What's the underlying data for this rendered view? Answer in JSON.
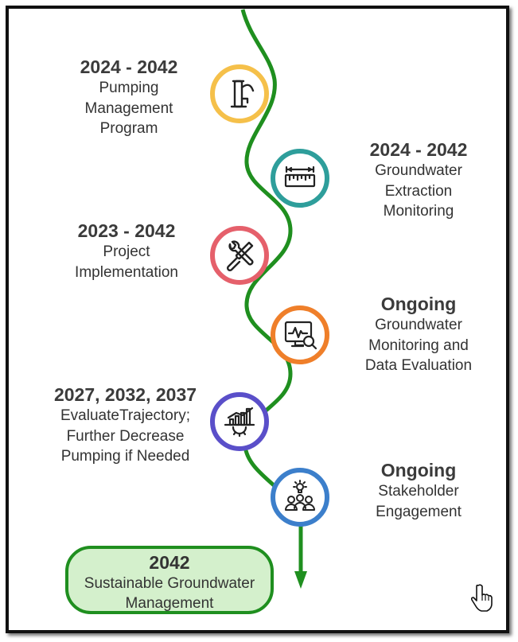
{
  "colors": {
    "path": "#1f8f1f",
    "final_fill": "#d4f0cc"
  },
  "milestones": [
    {
      "title": "2024 - 2042",
      "desc": "Pumping\nManagement\nProgram",
      "icon": "water-pump-icon",
      "ring": "#f5c04a"
    },
    {
      "title": "2024 - 2042",
      "desc": "Groundwater\nExtraction\nMonitoring",
      "icon": "measuring-ruler-icon",
      "ring": "#2e9e9b"
    },
    {
      "title": "2023 - 2042",
      "desc": "Project\nImplementation",
      "icon": "tools-icon",
      "ring": "#e5606b"
    },
    {
      "title": "Ongoing",
      "desc": "Groundwater\nMonitoring and\nData Evaluation",
      "icon": "monitor-search-icon",
      "ring": "#ef7f2a"
    },
    {
      "title": "2027, 2032, 2037",
      "desc": "EvaluateTrajectory;\nFurther Decrease\nPumping if Needed",
      "icon": "growth-chart-icon",
      "ring": "#5a4fc9"
    },
    {
      "title": "Ongoing",
      "desc": "Stakeholder\nEngagement",
      "icon": "stakeholder-group-icon",
      "ring": "#3c7fcb"
    }
  ],
  "final": {
    "year": "2042",
    "text": "Sustainable Groundwater\nManagement"
  },
  "cursor_icon": "hand-pointer-icon"
}
